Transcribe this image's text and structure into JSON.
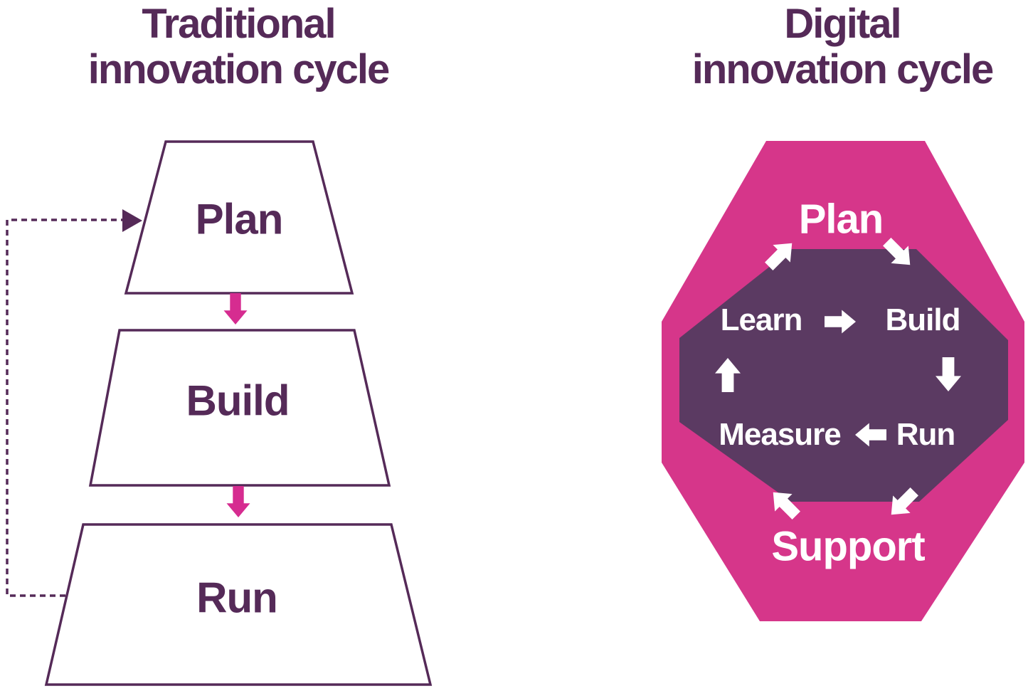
{
  "colors": {
    "background": "#ffffff",
    "plum": "#552a58",
    "pink": "#d6368a",
    "pink-arrow": "#d62c90",
    "purple": "#5b3a62",
    "white-arrow": "#ffffff"
  },
  "left": {
    "title_line1": "Traditional",
    "title_line2": "innovation cycle",
    "stages": [
      {
        "label": "Plan"
      },
      {
        "label": "Build"
      },
      {
        "label": "Run"
      }
    ]
  },
  "right": {
    "title_line1": "Digital",
    "title_line2": "innovation cycle",
    "outer_top_label": "Plan",
    "outer_bottom_label": "Support",
    "inner_top_left_label": "Learn",
    "inner_top_right_label": "Build",
    "inner_bottom_left_label": "Measure",
    "inner_bottom_right_label": "Run"
  }
}
